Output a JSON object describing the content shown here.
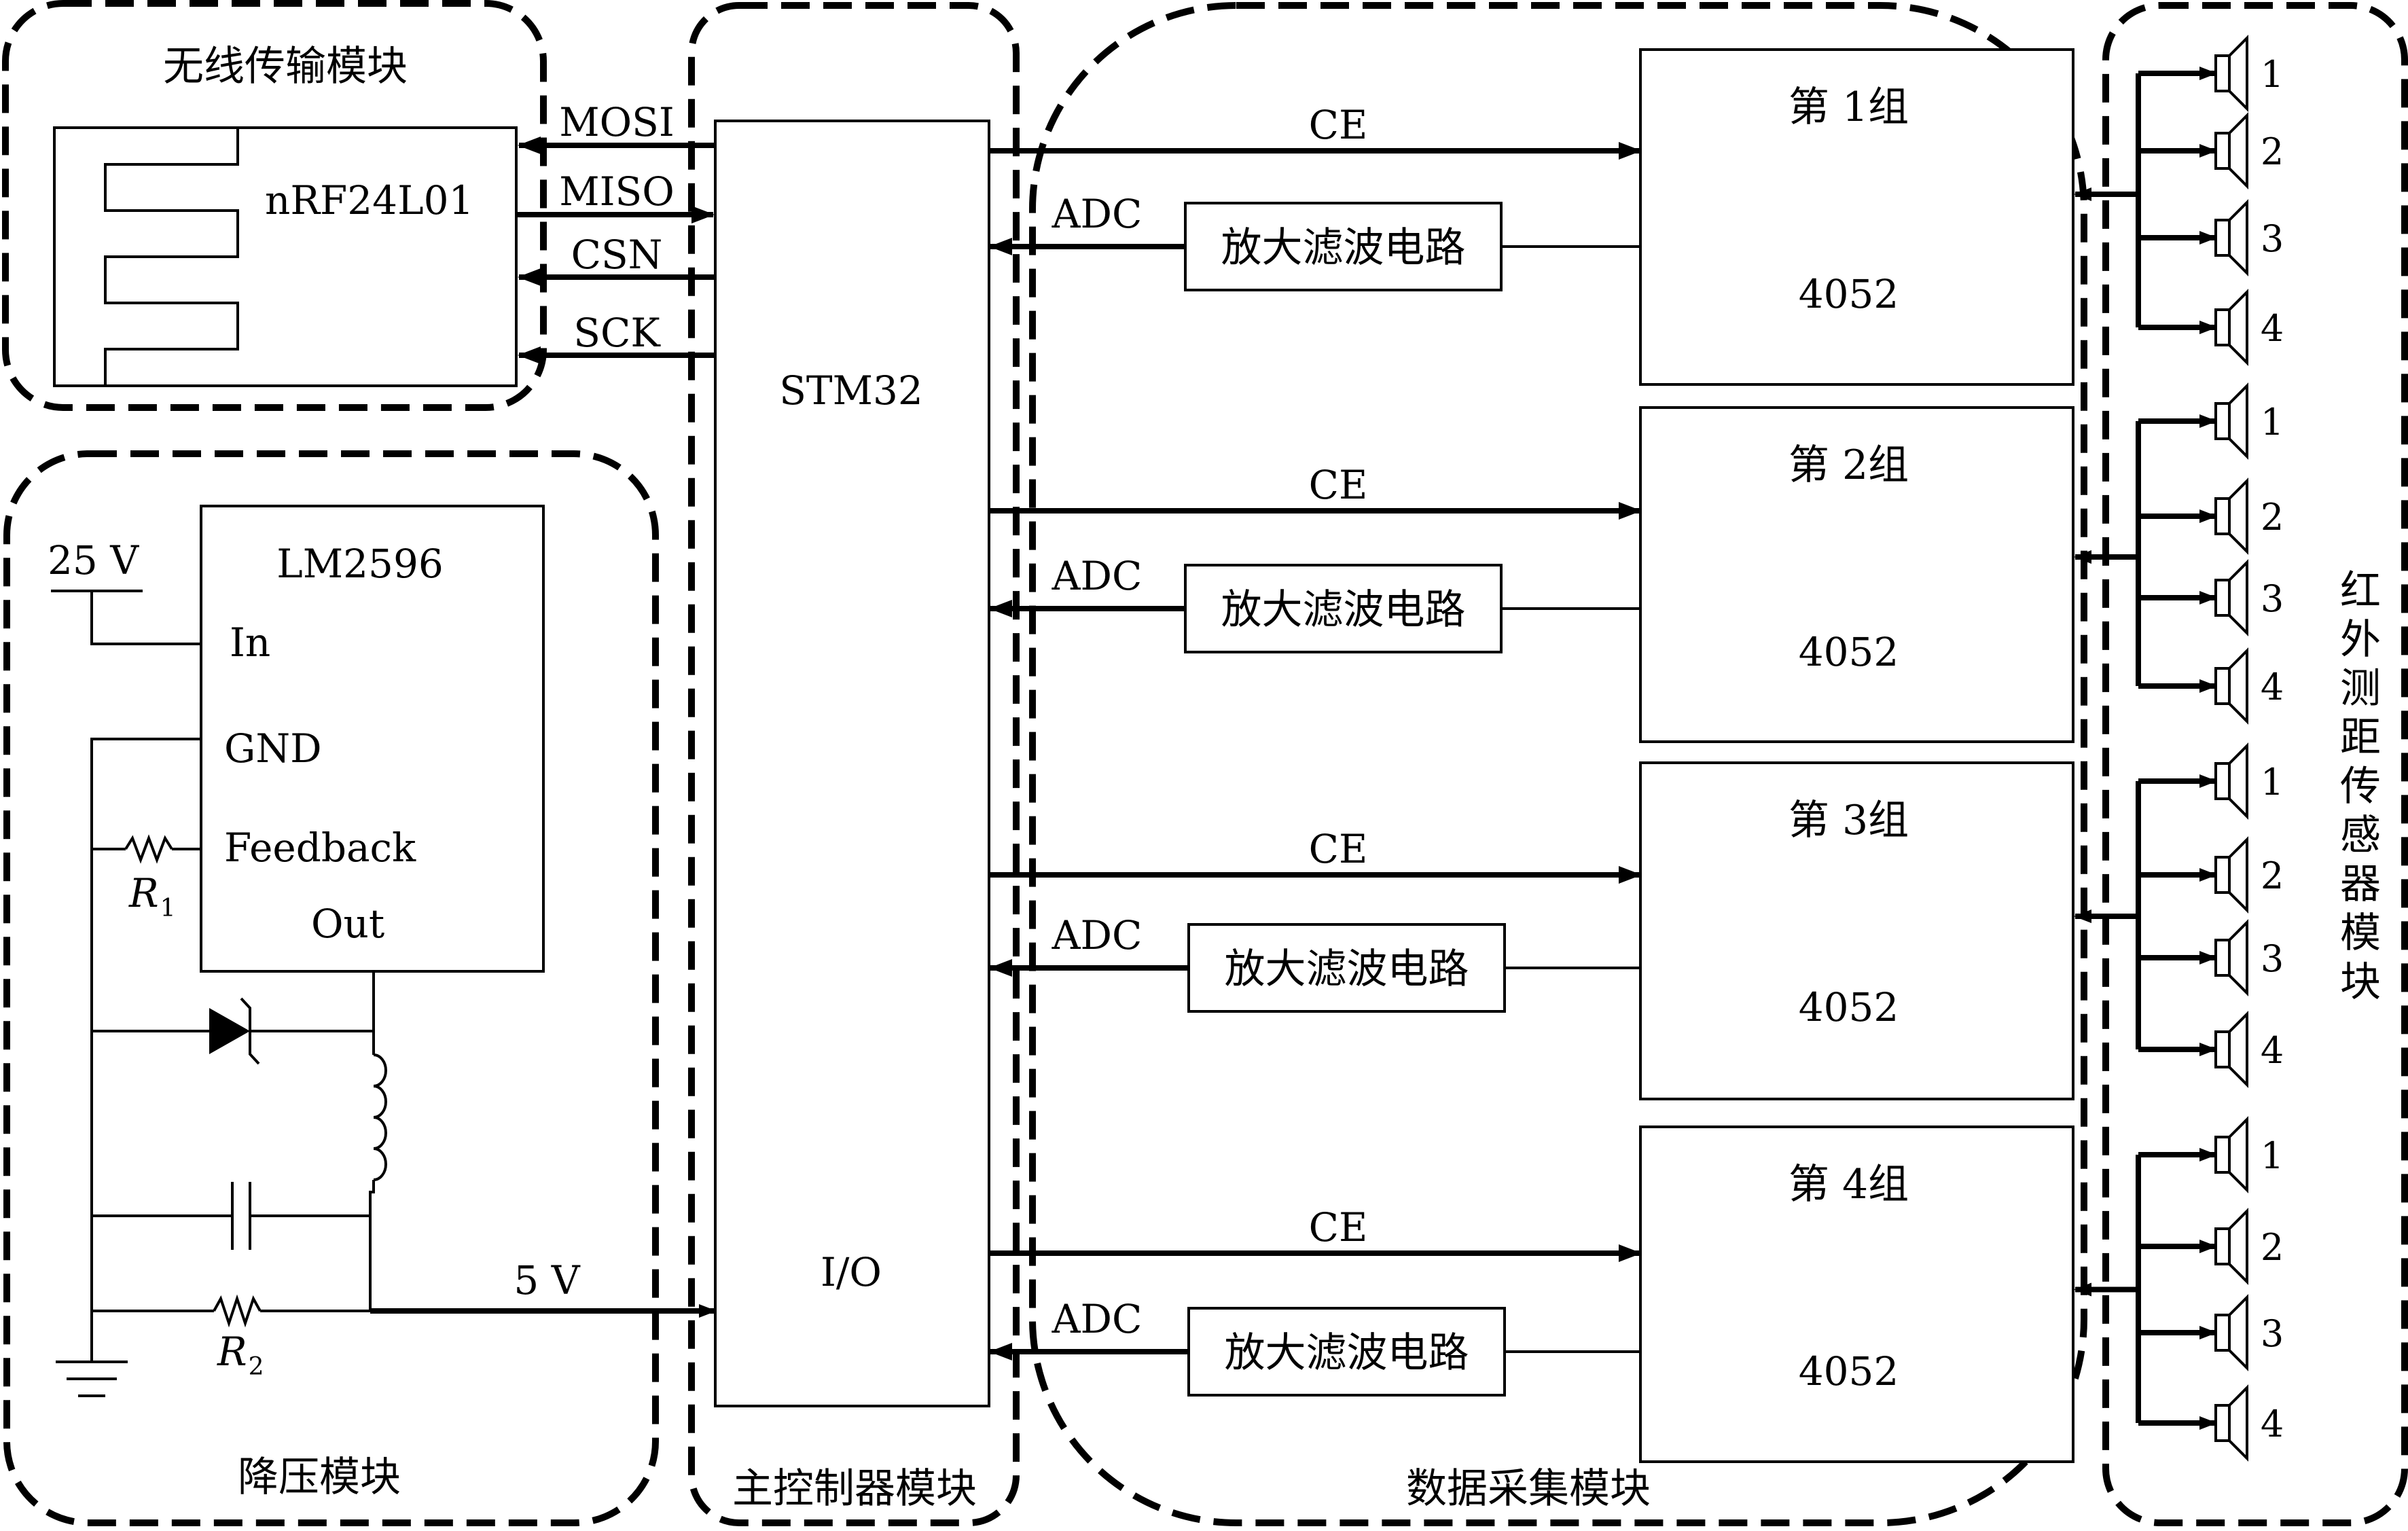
{
  "modules": {
    "wireless": "无线传输模块",
    "buck": "降压模块",
    "main": "主控制器模块",
    "acquisition": "数据采集模块",
    "ir_sensor": "红外测距传感器模块"
  },
  "wireless": {
    "chip": "nRF24L01",
    "signals": [
      "MOSI",
      "MISO",
      "CSN",
      "SCK"
    ]
  },
  "mcu": {
    "name": "STM32",
    "io": "I/O"
  },
  "buck": {
    "chip": "LM2596",
    "pins": [
      "In",
      "GND",
      "Feedback",
      "Out"
    ],
    "input": "25 V",
    "output": "5 V",
    "r1": "R",
    "r1_sub": "1",
    "r2": "R",
    "r2_sub": "2"
  },
  "acq": {
    "ce": "CE",
    "adc": "ADC",
    "filter": "放大滤波电路",
    "mux": "4052",
    "groups": [
      "第 1组",
      "第 2组",
      "第 3组",
      "第 4组"
    ]
  },
  "sensor_numbers": [
    "1",
    "2",
    "3",
    "4"
  ]
}
